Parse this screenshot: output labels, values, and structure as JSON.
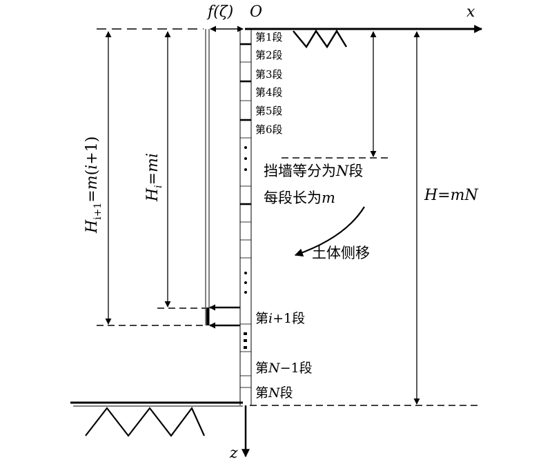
{
  "origin_label": "O",
  "x_axis_label": "x",
  "z_axis_label": "z",
  "deflection_label": "f(ζ)",
  "segment_labels": [
    "第1段",
    "第2段",
    "第3段",
    "第4段",
    "第5段",
    "第6段"
  ],
  "segment_i_plus_1": {
    "prefix": "第",
    "var": "i",
    "suffix": "+1段"
  },
  "segment_n_minus_1": {
    "prefix": "第",
    "var": "N",
    "suffix": "−1段"
  },
  "segment_n": {
    "prefix": "第",
    "var": "N",
    "suffix": "段"
  },
  "note_divide": {
    "text": "挡墙等分为",
    "var": "N",
    "suffix": "段"
  },
  "note_length": {
    "text": "每段长为",
    "var": "m"
  },
  "soil_displacement": "土体侧移",
  "H_total": {
    "var": "H",
    "eq": "=",
    "n1": "m",
    "n2": "N"
  },
  "H_i": {
    "var": "H",
    "sub": "i",
    "eq": "=",
    "n1": "m",
    "n2": "i"
  },
  "H_i_plus_1": {
    "var": "H",
    "sub": "i+1",
    "eq": "=",
    "n1": "m",
    "open": "(",
    "n2": "i",
    "close": "+1)"
  }
}
